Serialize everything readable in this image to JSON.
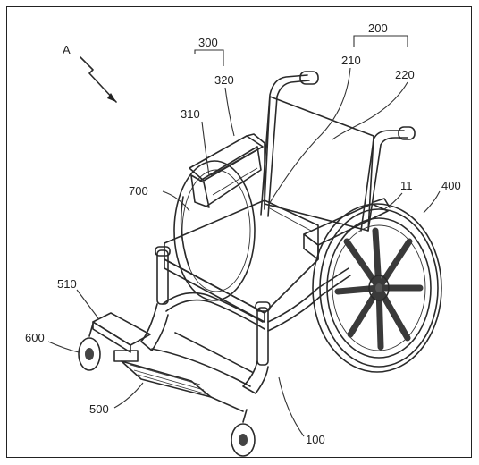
{
  "figure": {
    "direction_label": "A",
    "labels": {
      "l200": "200",
      "l210": "210",
      "l220": "220",
      "l300": "300",
      "l320": "320",
      "l310": "310",
      "l700": "700",
      "l11": "11",
      "l400": "400",
      "l510": "510",
      "l600": "600",
      "l500": "500",
      "l100": "100"
    }
  },
  "colors": {
    "line": "#2a2a2a",
    "seat_fill": "#f1f1f1",
    "backrest_fill": "#ebebeb",
    "frame_fill": "#d9d9d9",
    "wheel_dark": "#3a3a3a",
    "footplate": "#8c8c8c"
  }
}
